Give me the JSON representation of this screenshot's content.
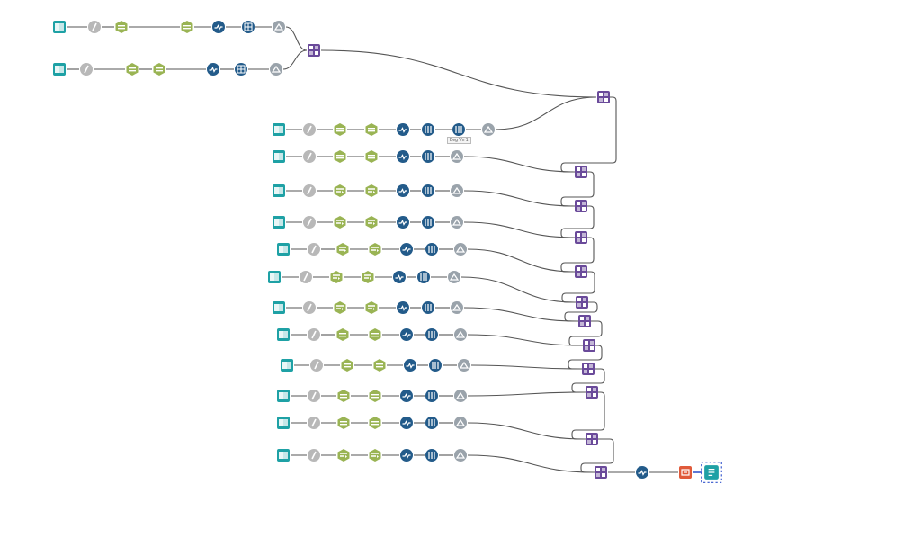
{
  "canvas": {
    "background": "#ffffff",
    "wire_color": "#555555",
    "selected_wire_color": "#3355cc"
  },
  "tool_palette": {
    "input": {
      "icon": "book-icon",
      "color": "#1ea1a5"
    },
    "formula": {
      "icon": "slash-icon",
      "color": "#b8b8b8"
    },
    "select": {
      "icon": "columns-icon",
      "color": "#9ab454"
    },
    "filter": {
      "icon": "filter-icon",
      "color": "#9ab454"
    },
    "summarize": {
      "icon": "wave-icon",
      "color": "#235b8a"
    },
    "crosstab": {
      "icon": "grid-icon",
      "color": "#235b8a"
    },
    "transpose": {
      "icon": "columns-split-icon",
      "color": "#235b8a"
    },
    "dynamic": {
      "icon": "cloud-icon",
      "color": "#9aa3ab"
    },
    "union": {
      "icon": "union-icon",
      "color": "#6a4a9a"
    },
    "output": {
      "icon": "export-icon",
      "color": "#e05a3a"
    },
    "browse": {
      "icon": "browse-icon",
      "color": "#1ea1a5"
    }
  },
  "annotation": {
    "text": "Beg Vn 1"
  },
  "workflow_rows": [
    [
      "input",
      "formula",
      "select",
      "select",
      "summarize",
      "crosstab",
      "dynamic"
    ],
    [
      "input",
      "formula",
      "select",
      "select",
      "summarize",
      "crosstab",
      "dynamic"
    ],
    [
      "input",
      "formula",
      "select",
      "select",
      "summarize",
      "transpose",
      "transpose",
      "dynamic"
    ],
    [
      "input",
      "formula",
      "select",
      "select",
      "summarize",
      "transpose",
      "dynamic"
    ],
    [
      "input",
      "formula",
      "filter",
      "filter",
      "summarize",
      "transpose",
      "dynamic"
    ],
    [
      "input",
      "formula",
      "filter",
      "filter",
      "summarize",
      "transpose",
      "dynamic"
    ],
    [
      "input",
      "formula",
      "filter",
      "filter",
      "summarize",
      "transpose",
      "dynamic"
    ],
    [
      "input",
      "formula",
      "filter",
      "filter",
      "summarize",
      "transpose",
      "dynamic"
    ],
    [
      "input",
      "formula",
      "filter",
      "filter",
      "summarize",
      "transpose",
      "dynamic"
    ],
    [
      "input",
      "formula",
      "select",
      "select",
      "summarize",
      "transpose",
      "dynamic"
    ],
    [
      "input",
      "formula",
      "select",
      "select",
      "summarize",
      "transpose",
      "dynamic"
    ],
    [
      "input",
      "formula",
      "select",
      "select",
      "summarize",
      "transpose",
      "dynamic"
    ],
    [
      "input",
      "formula",
      "select",
      "select",
      "summarize",
      "transpose",
      "dynamic"
    ],
    [
      "input",
      "formula",
      "filter",
      "filter",
      "summarize",
      "transpose",
      "dynamic"
    ]
  ],
  "union_chain": [
    "union",
    "union",
    "union",
    "union",
    "union",
    "union",
    "union",
    "union",
    "union",
    "union",
    "union",
    "union",
    "union"
  ],
  "final_chain": [
    "union",
    "summarize",
    "output",
    "browse"
  ]
}
